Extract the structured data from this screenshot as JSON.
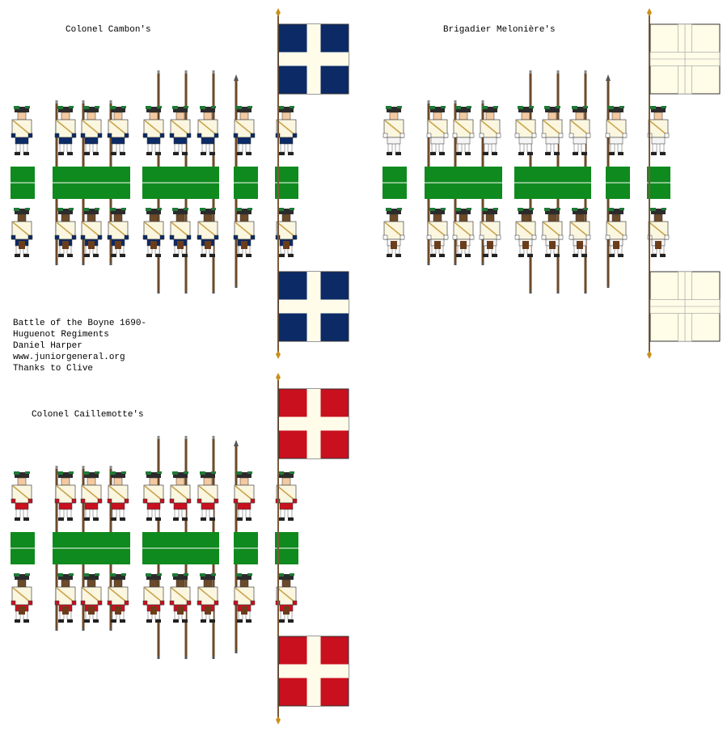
{
  "regiments": [
    {
      "name": "Colonel Cambon's",
      "facing": "#0b2a66",
      "flag_field": "#0b2a66",
      "flag_cross": "#fffdea"
    },
    {
      "name": "Brigadier Melonière's",
      "facing": "#ffffff",
      "flag_field": "#fffce8",
      "flag_cross": "#fffce8"
    },
    {
      "name": "Colonel Caillemotte's",
      "facing": "#c8101e",
      "flag_field": "#c8101e",
      "flag_cross": "#fffdea"
    }
  ],
  "credits": [
    "Battle of the Boyne 1690-",
    "Huguenot Regiments",
    "Daniel Harper",
    "www.juniorgeneral.org",
    "Thanks to Clive"
  ],
  "colors": {
    "base_green": "#0f8a1e",
    "coat": "#fbf6df",
    "hat_plume": "#1f7a36",
    "pole": "#6b4a2a"
  }
}
